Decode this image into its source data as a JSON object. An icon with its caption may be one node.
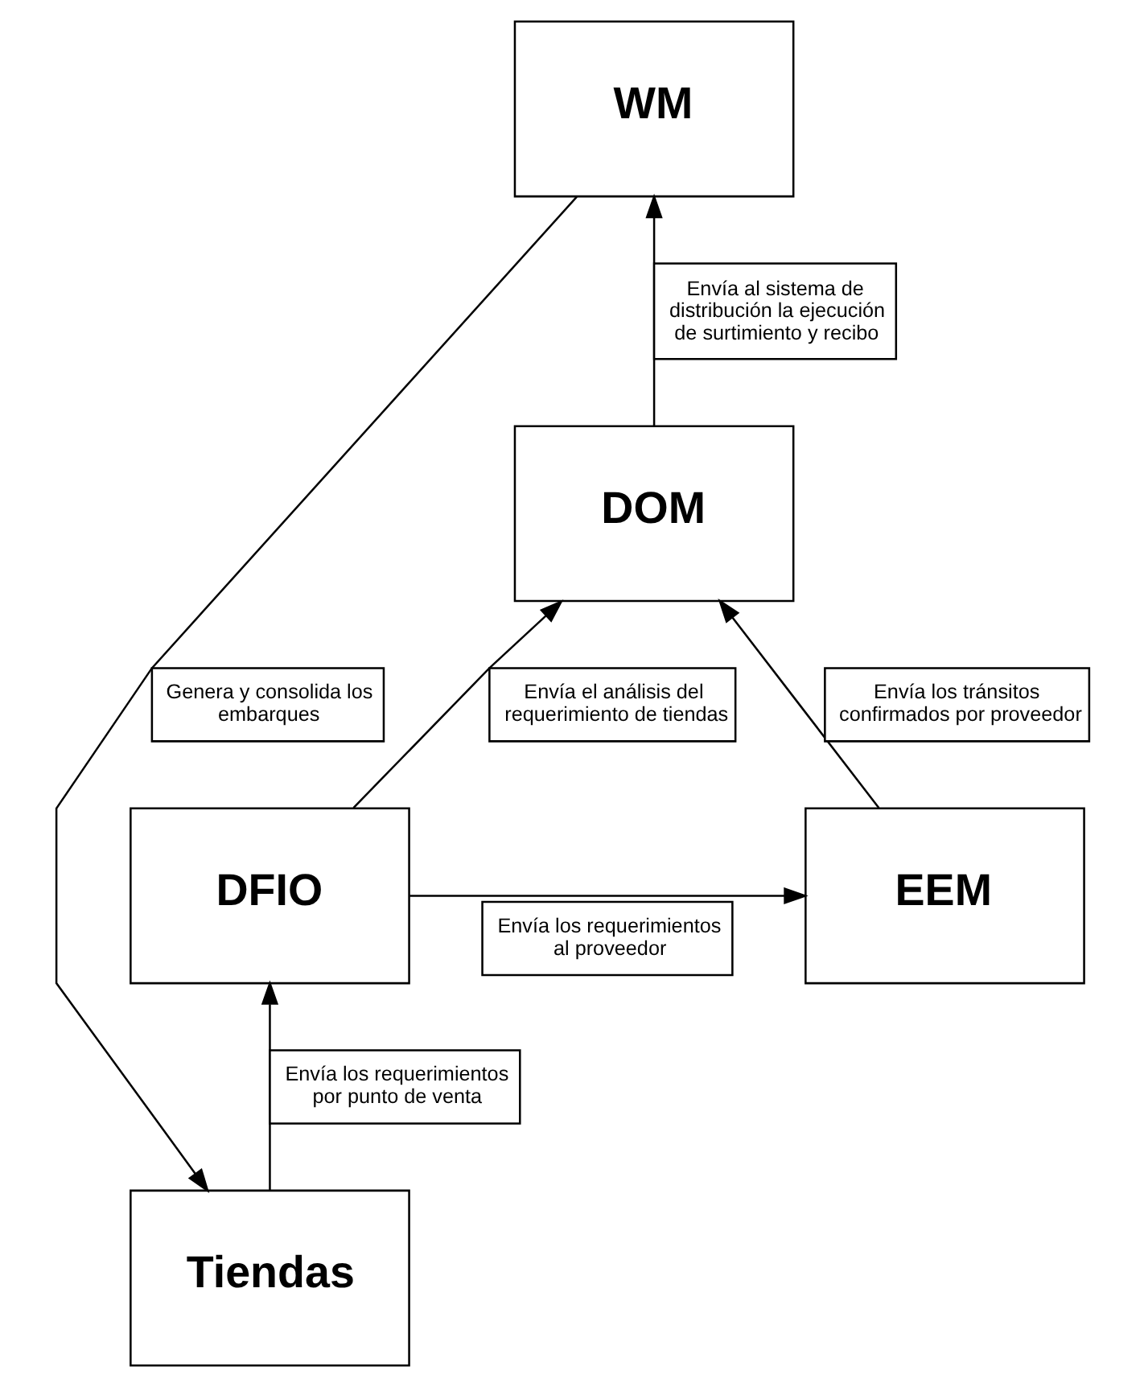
{
  "diagram": {
    "nodes": [
      {
        "text": [
          "WM"
        ]
      },
      {
        "text": [
          "DOM"
        ]
      },
      {
        "text": [
          "DFIO"
        ]
      },
      {
        "text": [
          "EEM"
        ]
      },
      {
        "text": [
          "Tiendas"
        ]
      }
    ],
    "edges": [
      {
        "from": 0,
        "to": 4,
        "arrow": "to",
        "label": "Genera y consolida los embarques"
      },
      {
        "from": 4,
        "to": 2,
        "arrow": "to",
        "label": "Envía los requerimientos por punto de venta"
      },
      {
        "from": 2,
        "to": 1,
        "arrow": "to",
        "label": "Envía el análisis del requerimiento de tiendas"
      },
      {
        "from": 2,
        "to": 3,
        "arrow": "to",
        "label": "Envía los requerimientos al proveedor"
      },
      {
        "from": 3,
        "to": 1,
        "arrow": "to",
        "label": "Envía los tránsitos confirmados por proveedor"
      },
      {
        "from": 1,
        "to": 0,
        "arrow": "to",
        "label": "Envía al sistema de distribución la ejecución de surtimiento y recibo"
      }
    ]
  }
}
